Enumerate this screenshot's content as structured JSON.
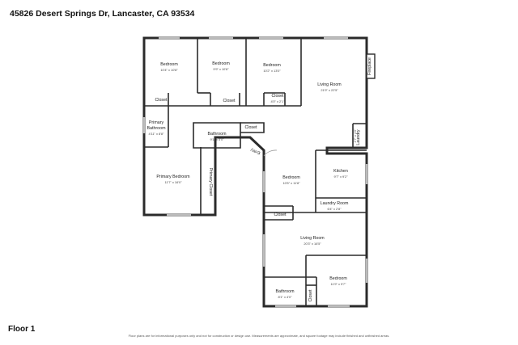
{
  "header": {
    "title": "45826 Desert Springs Dr, Lancaster, CA 93534",
    "floor_label": "Floor 1",
    "disclaimer": "Floor plans are for informational purposes only and not for construction or design use. Measurements are approximate, and square footage may include finished and unfinished areas."
  },
  "rooms": [
    {
      "id": "bedroom-1",
      "name": "Bedroom",
      "dims": "10'4\" x 10'8\""
    },
    {
      "id": "bedroom-2",
      "name": "Bedroom",
      "dims": "9'9\" x 10'8\""
    },
    {
      "id": "bedroom-3",
      "name": "Bedroom",
      "dims": "10'2\" x 13'0\""
    },
    {
      "id": "living-room-1",
      "name": "Living Room",
      "dims": "21'9\" x 22'5\""
    },
    {
      "id": "fireplace",
      "name": "Fireplace",
      "dims": ""
    },
    {
      "id": "closet-1",
      "name": "Closet",
      "dims": ""
    },
    {
      "id": "closet-2",
      "name": "Closet",
      "dims": ""
    },
    {
      "id": "closet-3",
      "name": "Closet",
      "dims": "4'0\" x 2'1\""
    },
    {
      "id": "primary-bathroom",
      "name": "Primary Bathroom",
      "dims": "4'11\" x 8'8\""
    },
    {
      "id": "bathroom-1",
      "name": "Bathroom",
      "dims": "9'1\" x 5'0\""
    },
    {
      "id": "closet-4",
      "name": "Closet",
      "dims": ""
    },
    {
      "id": "laundry-1",
      "name": "Laundry",
      "dims": "2'7\" x 4'0\""
    },
    {
      "id": "entry",
      "name": "Entry",
      "dims": ""
    },
    {
      "id": "primary-bedroom",
      "name": "Primary Bedroom",
      "dims": "11'7\" x 16'0\""
    },
    {
      "id": "primary-closet",
      "name": "Primary Closet",
      "dims": ""
    },
    {
      "id": "bedroom-4",
      "name": "Bedroom",
      "dims": "10'5\" x 11'8\""
    },
    {
      "id": "closet-5",
      "name": "Closet",
      "dims": ""
    },
    {
      "id": "kitchen",
      "name": "Kitchen",
      "dims": "9'7\" x 9'2\""
    },
    {
      "id": "laundry-room",
      "name": "Laundry Room",
      "dims": "6'4\" x 2'8\""
    },
    {
      "id": "living-room-2",
      "name": "Living Room",
      "dims": "20'3\" x 16'5\""
    },
    {
      "id": "bedroom-5",
      "name": "Bedroom",
      "dims": "11'9\" x 9'7\""
    },
    {
      "id": "bathroom-2",
      "name": "Bathroom",
      "dims": "8'1\" x 4'0\""
    },
    {
      "id": "closet-6",
      "name": "Closet",
      "dims": ""
    }
  ]
}
